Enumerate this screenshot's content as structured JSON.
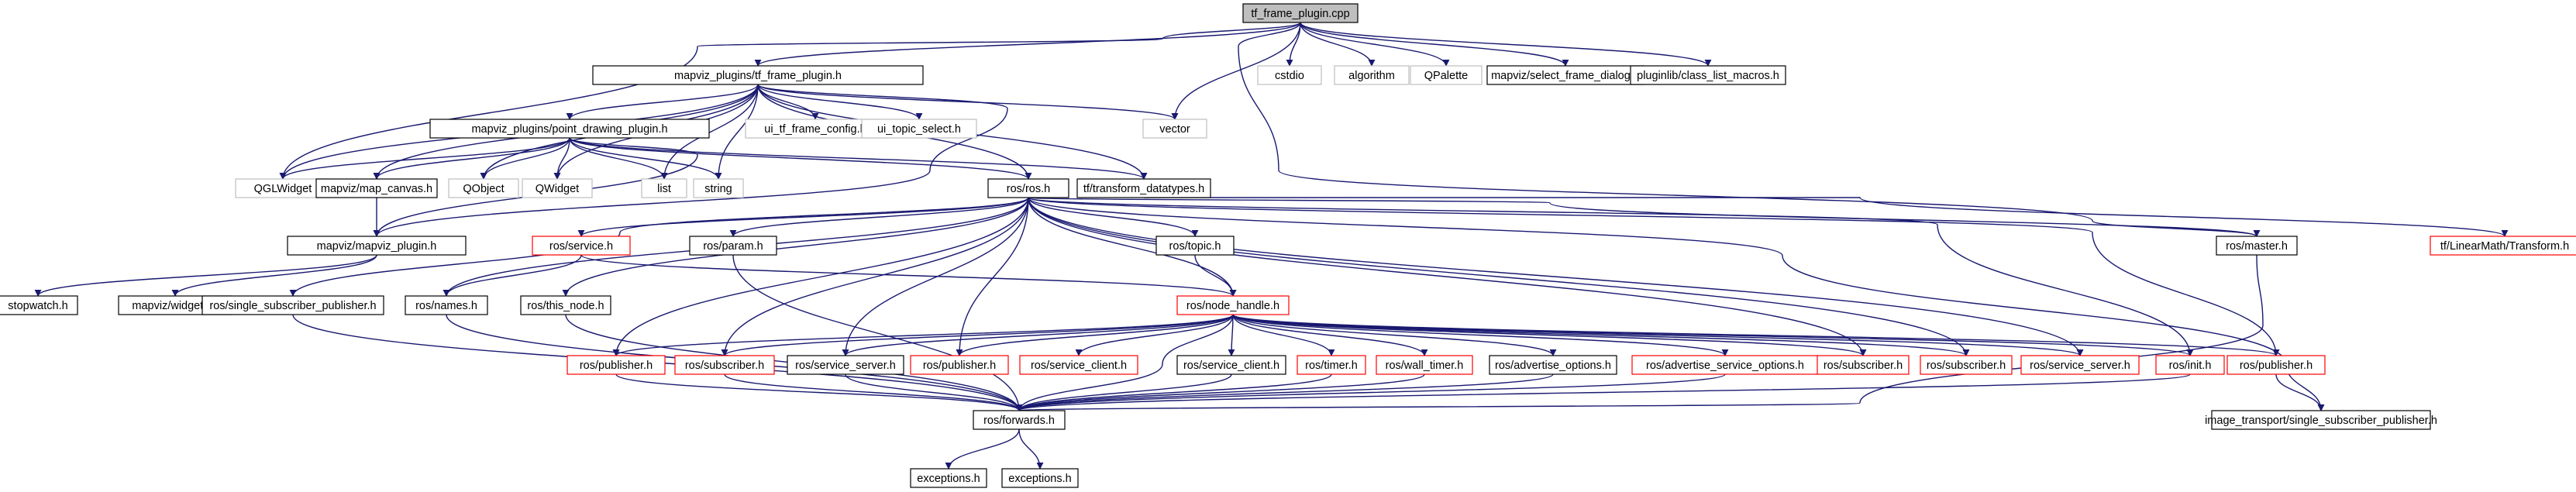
{
  "colors": {
    "edge": "#191970",
    "node_border_default": "#000000",
    "node_border_missing": "#bfbfbf",
    "node_border_external": "#ff0000",
    "node_fill_root": "#bfbfbf",
    "node_fill": "#ffffff",
    "text": "#000000"
  },
  "graph": {
    "nodes": [
      {
        "id": "root",
        "label": "tf_frame_plugin.cpp",
        "style": "root"
      },
      {
        "id": "mpl",
        "label": "mapviz_plugins/tf_frame_plugin.h",
        "style": "normal"
      },
      {
        "id": "cstdio",
        "label": "cstdio",
        "style": "missing"
      },
      {
        "id": "algorithm",
        "label": "algorithm",
        "style": "missing"
      },
      {
        "id": "qpalette",
        "label": "QPalette",
        "style": "missing"
      },
      {
        "id": "selframe",
        "label": "mapviz/select_frame_dialog.h",
        "style": "normal"
      },
      {
        "id": "classlist",
        "label": "pluginlib/class_list_macros.h",
        "style": "normal"
      },
      {
        "id": "uitf",
        "label": "ui_tf_frame_config.h",
        "style": "missing"
      },
      {
        "id": "uitopic",
        "label": "ui_topic_select.h",
        "style": "missing"
      },
      {
        "id": "vector",
        "label": "vector",
        "style": "missing"
      },
      {
        "id": "pdp",
        "label": "mapviz_plugins/point_drawing_plugin.h",
        "style": "normal"
      },
      {
        "id": "qglwidget",
        "label": "QGLWidget",
        "style": "missing"
      },
      {
        "id": "mapcanvas",
        "label": "mapviz/map_canvas.h",
        "style": "normal"
      },
      {
        "id": "qobject",
        "label": "QObject",
        "style": "missing"
      },
      {
        "id": "qwidget",
        "label": "QWidget",
        "style": "missing"
      },
      {
        "id": "list",
        "label": "list",
        "style": "missing"
      },
      {
        "id": "string",
        "label": "string",
        "style": "missing"
      },
      {
        "id": "rosh",
        "label": "ros/ros.h",
        "style": "normal"
      },
      {
        "id": "tftypes",
        "label": "tf/transform_datatypes.h",
        "style": "normal"
      },
      {
        "id": "mvplugin",
        "label": "mapviz/mapviz_plugin.h",
        "style": "normal"
      },
      {
        "id": "rosservice",
        "label": "ros/service.h",
        "style": "external"
      },
      {
        "id": "rosparam",
        "label": "ros/param.h",
        "style": "normal"
      },
      {
        "id": "rostopic",
        "label": "ros/topic.h",
        "style": "normal"
      },
      {
        "id": "rosmaster",
        "label": "ros/master.h",
        "style": "normal"
      },
      {
        "id": "tflinmath",
        "label": "tf/LinearMath/Transform.h",
        "style": "external"
      },
      {
        "id": "stopwatch",
        "label": "stopwatch.h",
        "style": "normal"
      },
      {
        "id": "widgets",
        "label": "mapviz/widgets.h",
        "style": "normal"
      },
      {
        "id": "singlesub",
        "label": "ros/single_subscriber_publisher.h",
        "style": "normal"
      },
      {
        "id": "rosnames",
        "label": "ros/names.h",
        "style": "normal"
      },
      {
        "id": "thisnode",
        "label": "ros/this_node.h",
        "style": "normal"
      },
      {
        "id": "nodehandle",
        "label": "ros/node_handle.h",
        "style": "external"
      },
      {
        "id": "pub1",
        "label": "ros/publisher.h",
        "style": "external"
      },
      {
        "id": "sub1",
        "label": "ros/subscriber.h",
        "style": "external"
      },
      {
        "id": "srvserver1",
        "label": "ros/service_server.h",
        "style": "normal"
      },
      {
        "id": "pub2",
        "label": "ros/publisher.h",
        "style": "external"
      },
      {
        "id": "srvclient1",
        "label": "ros/service_client.h",
        "style": "external"
      },
      {
        "id": "srvclient2",
        "label": "ros/service_client.h",
        "style": "normal"
      },
      {
        "id": "timer",
        "label": "ros/timer.h",
        "style": "external"
      },
      {
        "id": "walltimer",
        "label": "ros/wall_timer.h",
        "style": "external"
      },
      {
        "id": "advopts",
        "label": "ros/advertise_options.h",
        "style": "normal"
      },
      {
        "id": "advsrvopts",
        "label": "ros/advertise_service_options.h",
        "style": "external"
      },
      {
        "id": "sub2",
        "label": "ros/subscriber.h",
        "style": "external"
      },
      {
        "id": "sub3",
        "label": "ros/subscriber.h",
        "style": "external"
      },
      {
        "id": "srvserver2",
        "label": "ros/service_server.h",
        "style": "external"
      },
      {
        "id": "rosinit",
        "label": "ros/init.h",
        "style": "external"
      },
      {
        "id": "pub3",
        "label": "ros/publisher.h",
        "style": "external"
      },
      {
        "id": "forwards",
        "label": "ros/forwards.h",
        "style": "normal"
      },
      {
        "id": "imgsingle",
        "label": "image_transport/single_subscriber_publisher.h",
        "style": "normal"
      },
      {
        "id": "exc1",
        "label": "exceptions.h",
        "style": "normal"
      },
      {
        "id": "exc2",
        "label": "exceptions.h",
        "style": "normal"
      }
    ],
    "edges": [
      [
        "root",
        "mpl"
      ],
      [
        "root",
        "cstdio"
      ],
      [
        "root",
        "algorithm"
      ],
      [
        "root",
        "qpalette"
      ],
      [
        "root",
        "selframe"
      ],
      [
        "root",
        "classlist"
      ],
      [
        "root",
        "vector"
      ],
      [
        "root",
        "rosmaster"
      ],
      [
        "root",
        "qglwidget"
      ],
      [
        "mpl",
        "uitf"
      ],
      [
        "mpl",
        "uitopic"
      ],
      [
        "mpl",
        "vector"
      ],
      [
        "mpl",
        "pdp"
      ],
      [
        "mpl",
        "qglwidget"
      ],
      [
        "mpl",
        "mapcanvas"
      ],
      [
        "mpl",
        "qobject"
      ],
      [
        "mpl",
        "qwidget"
      ],
      [
        "mpl",
        "list"
      ],
      [
        "mpl",
        "string"
      ],
      [
        "mpl",
        "rosh"
      ],
      [
        "mpl",
        "tftypes"
      ],
      [
        "mpl",
        "mvplugin"
      ],
      [
        "pdp",
        "qglwidget"
      ],
      [
        "pdp",
        "mapcanvas"
      ],
      [
        "pdp",
        "qobject"
      ],
      [
        "pdp",
        "qwidget"
      ],
      [
        "pdp",
        "list"
      ],
      [
        "pdp",
        "string"
      ],
      [
        "pdp",
        "rosh"
      ],
      [
        "pdp",
        "tftypes"
      ],
      [
        "pdp",
        "mvplugin"
      ],
      [
        "mapcanvas",
        "mvplugin"
      ],
      [
        "mvplugin",
        "stopwatch"
      ],
      [
        "mvplugin",
        "widgets"
      ],
      [
        "tftypes",
        "tflinmath"
      ],
      [
        "rosh",
        "rosservice"
      ],
      [
        "rosh",
        "rosparam"
      ],
      [
        "rosh",
        "rostopic"
      ],
      [
        "rosh",
        "rosmaster"
      ],
      [
        "rosh",
        "singlesub"
      ],
      [
        "rosh",
        "rosnames"
      ],
      [
        "rosh",
        "thisnode"
      ],
      [
        "rosh",
        "nodehandle"
      ],
      [
        "rosh",
        "pub1"
      ],
      [
        "rosh",
        "sub1"
      ],
      [
        "rosh",
        "srvserver1"
      ],
      [
        "rosh",
        "pub2"
      ],
      [
        "rosh",
        "sub2"
      ],
      [
        "rosh",
        "sub3"
      ],
      [
        "rosh",
        "srvserver2"
      ],
      [
        "rosh",
        "rosinit"
      ],
      [
        "rosh",
        "pub3"
      ],
      [
        "rosh",
        "imgsingle"
      ],
      [
        "rosservice",
        "rosnames"
      ],
      [
        "rosservice",
        "nodehandle"
      ],
      [
        "rosparam",
        "forwards"
      ],
      [
        "rostopic",
        "nodehandle"
      ],
      [
        "rosmaster",
        "forwards"
      ],
      [
        "singlesub",
        "forwards"
      ],
      [
        "rosnames",
        "forwards"
      ],
      [
        "thisnode",
        "forwards"
      ],
      [
        "nodehandle",
        "pub1"
      ],
      [
        "nodehandle",
        "sub1"
      ],
      [
        "nodehandle",
        "srvserver1"
      ],
      [
        "nodehandle",
        "pub2"
      ],
      [
        "nodehandle",
        "srvclient1"
      ],
      [
        "nodehandle",
        "srvclient2"
      ],
      [
        "nodehandle",
        "timer"
      ],
      [
        "nodehandle",
        "walltimer"
      ],
      [
        "nodehandle",
        "advopts"
      ],
      [
        "nodehandle",
        "advsrvopts"
      ],
      [
        "nodehandle",
        "sub2"
      ],
      [
        "nodehandle",
        "sub3"
      ],
      [
        "nodehandle",
        "srvserver2"
      ],
      [
        "nodehandle",
        "rosinit"
      ],
      [
        "nodehandle",
        "pub3"
      ],
      [
        "nodehandle",
        "forwards"
      ],
      [
        "pub1",
        "forwards"
      ],
      [
        "sub1",
        "forwards"
      ],
      [
        "srvserver1",
        "forwards"
      ],
      [
        "srvclient2",
        "forwards"
      ],
      [
        "timer",
        "forwards"
      ],
      [
        "walltimer",
        "forwards"
      ],
      [
        "advopts",
        "forwards"
      ],
      [
        "advsrvopts",
        "forwards"
      ],
      [
        "rosinit",
        "forwards"
      ],
      [
        "pub3",
        "imgsingle"
      ],
      [
        "forwards",
        "exc1"
      ],
      [
        "forwards",
        "exc2"
      ]
    ]
  }
}
